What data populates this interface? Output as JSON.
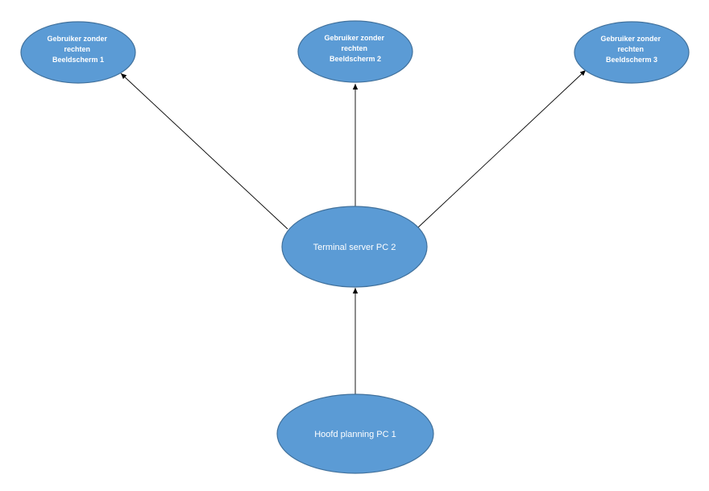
{
  "colors": {
    "node_fill": "#5b9bd5",
    "node_stroke": "#41719c",
    "edge": "#000000",
    "text": "#ffffff"
  },
  "nodes": {
    "user1": {
      "lines": [
        "Gebruiker zonder",
        "rechten",
        "Beeldscherm 1"
      ]
    },
    "user2": {
      "lines": [
        "Gebruiker zonder",
        "rechten",
        "Beeldscherm 2"
      ]
    },
    "user3": {
      "lines": [
        "Gebruiker zonder",
        "rechten",
        "Beeldscherm 3"
      ]
    },
    "terminal": {
      "label": "Terminal server PC 2"
    },
    "hoofd": {
      "label": "Hoofd planning PC 1"
    }
  },
  "edges": [
    {
      "from": "hoofd",
      "to": "terminal"
    },
    {
      "from": "terminal",
      "to": "user1"
    },
    {
      "from": "terminal",
      "to": "user2"
    },
    {
      "from": "terminal",
      "to": "user3"
    }
  ]
}
